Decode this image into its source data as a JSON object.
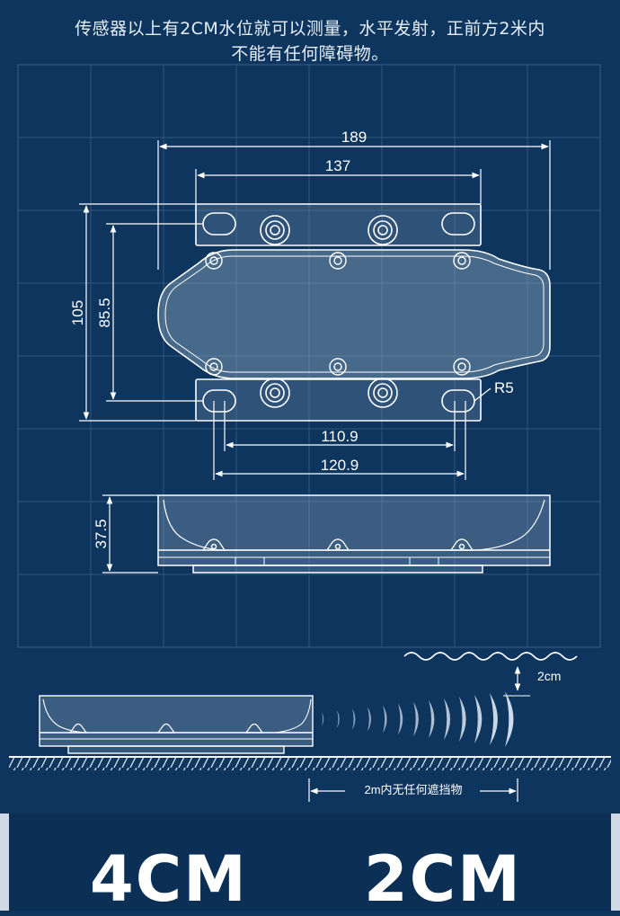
{
  "header": {
    "line1": "传感器以上有2CM水位就可以测量，水平发射，正前方2米内",
    "line2": "不能有任何障碍物。"
  },
  "dimensions": {
    "d189": "189",
    "d137": "137",
    "d105": "105",
    "d85_5": "85.5",
    "r5": "R5",
    "d110_9": "110.9",
    "d120_9": "120.9",
    "d37_5": "37.5",
    "d2cm": "2cm",
    "range_label": "2m内无任何遮挡物"
  },
  "values": {
    "left": "4CM",
    "right": "2CM"
  },
  "colors": {
    "background": "#0d355e",
    "line": "#ffffff",
    "grid": "#3d5f86"
  }
}
